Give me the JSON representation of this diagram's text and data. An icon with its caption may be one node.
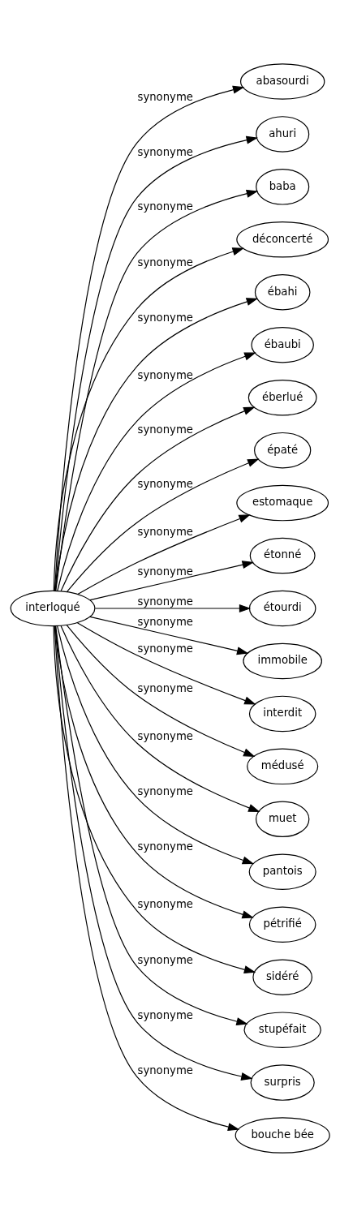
{
  "diagram": {
    "nodes": [
      {
        "text": [
          "interloqué"
        ]
      },
      {
        "text": [
          "abasourdi"
        ]
      },
      {
        "text": [
          "ahuri"
        ]
      },
      {
        "text": [
          "baba"
        ]
      },
      {
        "text": [
          "déconcerté"
        ]
      },
      {
        "text": [
          "ébahi"
        ]
      },
      {
        "text": [
          "ébaubi"
        ]
      },
      {
        "text": [
          "éberlué"
        ]
      },
      {
        "text": [
          "épaté"
        ]
      },
      {
        "text": [
          "estomaque"
        ]
      },
      {
        "text": [
          "étonné"
        ]
      },
      {
        "text": [
          "étourdi"
        ]
      },
      {
        "text": [
          "immobile"
        ]
      },
      {
        "text": [
          "interdit"
        ]
      },
      {
        "text": [
          "médusé"
        ]
      },
      {
        "text": [
          "muet"
        ]
      },
      {
        "text": [
          "pantois"
        ]
      },
      {
        "text": [
          "pétrifié"
        ]
      },
      {
        "text": [
          "sidéré"
        ]
      },
      {
        "text": [
          "stupéfait"
        ]
      },
      {
        "text": [
          "surpris"
        ]
      },
      {
        "text": [
          "bouche bée"
        ]
      }
    ],
    "edges": [
      {
        "from": 0,
        "to": 1,
        "arrow": "to",
        "label": "synonyme"
      },
      {
        "from": 0,
        "to": 2,
        "arrow": "to",
        "label": "synonyme"
      },
      {
        "from": 0,
        "to": 3,
        "arrow": "to",
        "label": "synonyme"
      },
      {
        "from": 0,
        "to": 4,
        "arrow": "to",
        "label": "synonyme"
      },
      {
        "from": 0,
        "to": 5,
        "arrow": "to",
        "label": "synonyme"
      },
      {
        "from": 0,
        "to": 6,
        "arrow": "to",
        "label": "synonyme"
      },
      {
        "from": 0,
        "to": 7,
        "arrow": "to",
        "label": "synonyme"
      },
      {
        "from": 0,
        "to": 8,
        "arrow": "to",
        "label": "synonyme"
      },
      {
        "from": 0,
        "to": 9,
        "arrow": "to",
        "label": "synonyme"
      },
      {
        "from": 0,
        "to": 10,
        "arrow": "to",
        "label": "synonyme"
      },
      {
        "from": 0,
        "to": 11,
        "arrow": "to",
        "label": "synonyme"
      },
      {
        "from": 0,
        "to": 12,
        "arrow": "to",
        "label": "synonyme"
      },
      {
        "from": 0,
        "to": 13,
        "arrow": "to",
        "label": "synonyme"
      },
      {
        "from": 0,
        "to": 14,
        "arrow": "to",
        "label": "synonyme"
      },
      {
        "from": 0,
        "to": 15,
        "arrow": "to",
        "label": "synonyme"
      },
      {
        "from": 0,
        "to": 16,
        "arrow": "to",
        "label": "synonyme"
      },
      {
        "from": 0,
        "to": 17,
        "arrow": "to",
        "label": "synonyme"
      },
      {
        "from": 0,
        "to": 18,
        "arrow": "to",
        "label": "synonyme"
      },
      {
        "from": 0,
        "to": 19,
        "arrow": "to",
        "label": "synonyme"
      },
      {
        "from": 0,
        "to": 20,
        "arrow": "to",
        "label": "synonyme"
      },
      {
        "from": 0,
        "to": 21,
        "arrow": "to",
        "label": "synonyme"
      }
    ]
  }
}
